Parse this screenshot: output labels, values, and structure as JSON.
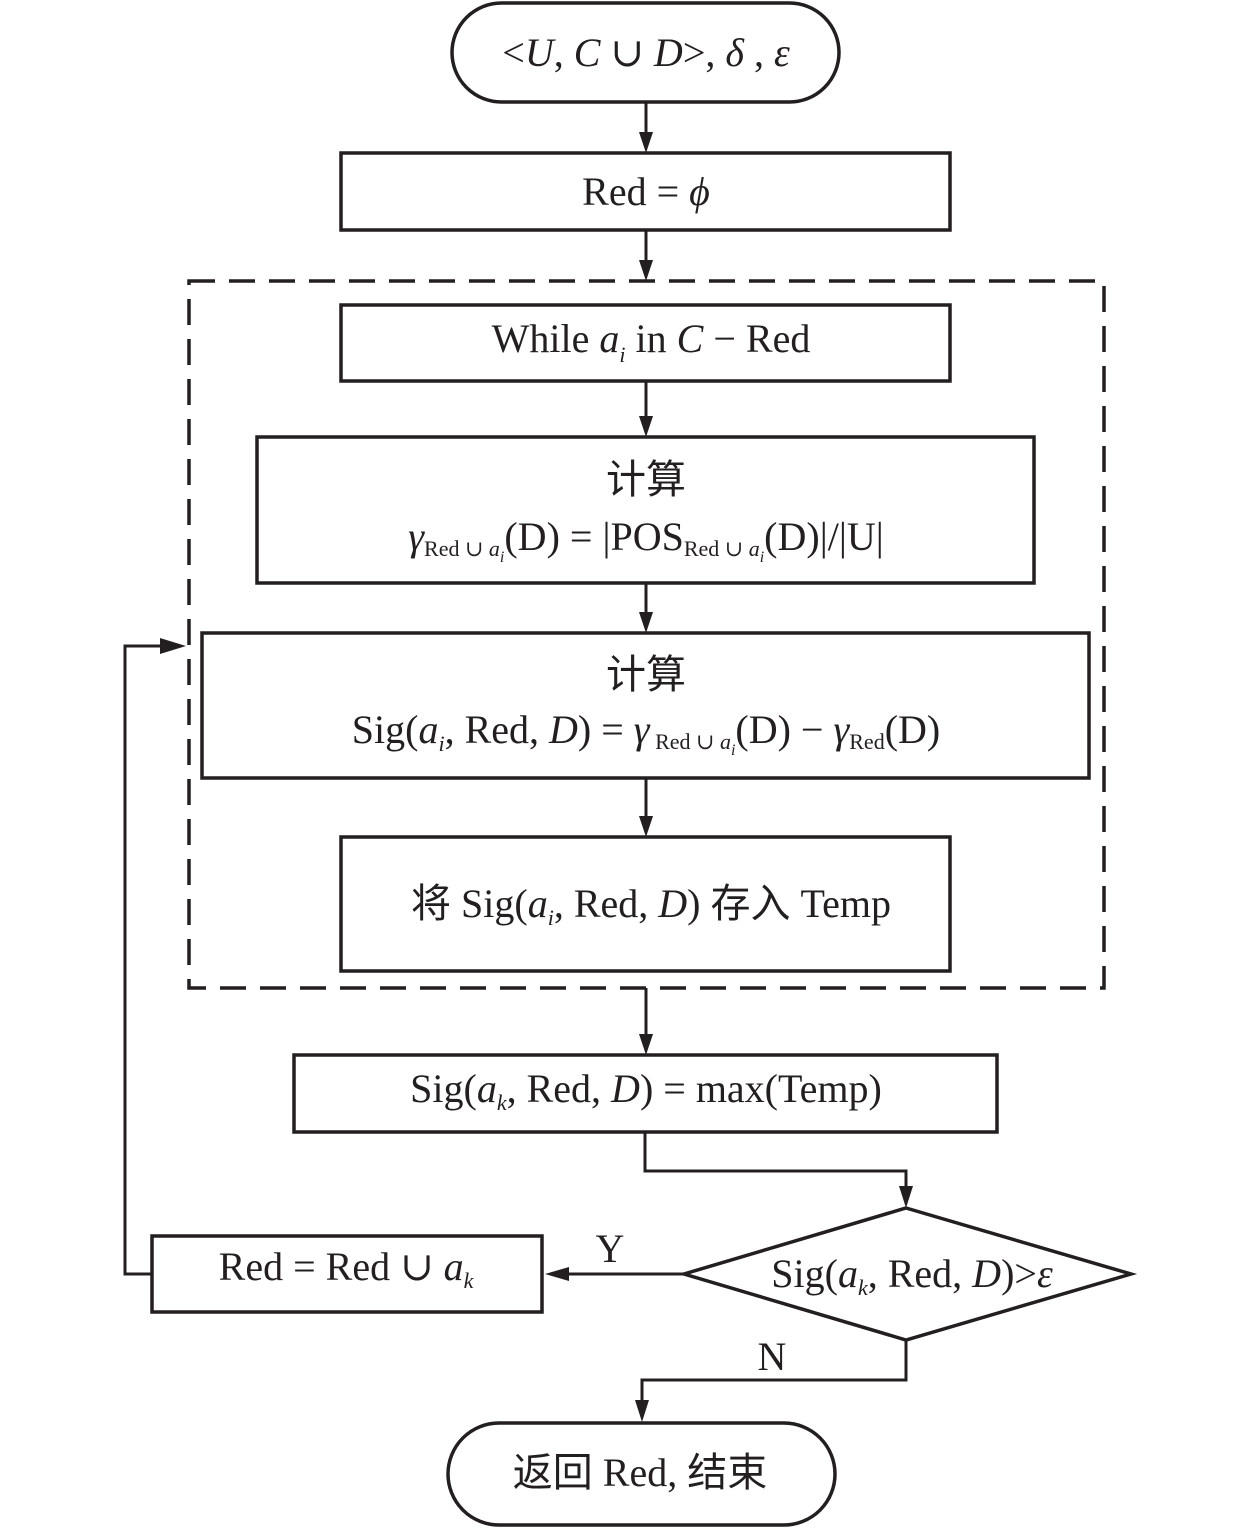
{
  "diagram": {
    "type": "flowchart",
    "nodes": {
      "start": {
        "kind": "terminal",
        "parts": [
          "<",
          "U",
          ", ",
          "C",
          " ∪ ",
          "D",
          ">, ",
          "δ",
          " , ",
          "ε"
        ]
      },
      "init": {
        "kind": "process",
        "parts": [
          "Red = ",
          "ϕ"
        ]
      },
      "while": {
        "kind": "process",
        "parts": [
          "While ",
          "a",
          "i",
          " in ",
          "C",
          " − Red"
        ]
      },
      "calc_gamma": {
        "kind": "process",
        "title": "计算",
        "formula": {
          "gamma": "γ",
          "sub1": "Red ∪ ",
          "sub1_var": "a",
          "sub1_idx": "i",
          "mid": "(D) = |POS",
          "sub2": "Red  ∪ ",
          "sub2_var": "a",
          "sub2_idx": "i",
          "tail": "(D)|/|U|"
        }
      },
      "calc_sig": {
        "kind": "process",
        "title": "计算",
        "formula": {
          "lhs_a": "Sig(",
          "lhs_var": "a",
          "lhs_idx": "i",
          "lhs_b": ", Red, ",
          "lhs_D": "D",
          "lhs_c": ") = ",
          "gamma1": "γ",
          "sub1": " Red ∪ ",
          "sub1_var": "a",
          "sub1_idx": "i",
          "mid": "(D) − ",
          "gamma2": "γ",
          "sub2": "Red",
          "tail": "(D)"
        }
      },
      "store": {
        "kind": "process",
        "parts": [
          "将 Sig(",
          "a",
          "i",
          ", Red, ",
          "D",
          ") 存入 Temp"
        ]
      },
      "max": {
        "kind": "process",
        "parts": [
          "Sig(",
          "a",
          "k",
          ", Red, ",
          "D",
          ") = max(Temp)"
        ]
      },
      "decision": {
        "kind": "decision",
        "parts": [
          "Sig(",
          "a",
          "k",
          ", Red, ",
          "D",
          ")>",
          "ε"
        ]
      },
      "update": {
        "kind": "process",
        "parts": [
          "Red = Red ∪ ",
          "a",
          "k"
        ]
      },
      "end": {
        "kind": "terminal",
        "parts": [
          "返回 Red, 结束"
        ]
      }
    },
    "edge_labels": {
      "yes": "Y",
      "no": "N"
    },
    "edges": [
      [
        "start",
        "init"
      ],
      [
        "init",
        "while"
      ],
      [
        "while",
        "calc_gamma"
      ],
      [
        "calc_gamma",
        "calc_sig"
      ],
      [
        "calc_sig",
        "store"
      ],
      [
        "store",
        "max"
      ],
      [
        "max",
        "decision"
      ],
      [
        "decision",
        "update",
        "Y"
      ],
      [
        "decision",
        "end",
        "N"
      ],
      [
        "update",
        "calc_sig"
      ]
    ],
    "loop_group": "dashed box around while / calc_gamma / calc_sig / store"
  }
}
